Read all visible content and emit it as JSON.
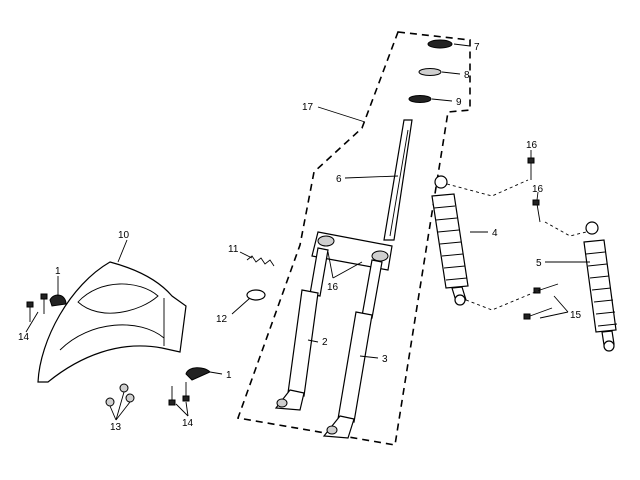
{
  "labels": {
    "c1": "1",
    "c1b": "1",
    "c2": "2",
    "c3": "3",
    "c4": "4",
    "c5": "5",
    "c6": "6",
    "c7": "7",
    "c8": "8",
    "c9": "9",
    "c10": "10",
    "c11": "11",
    "c12": "12",
    "c13": "13",
    "c14": "14",
    "c14b": "14",
    "c15": "15",
    "c16": "16",
    "c16b": "16",
    "c16c": "16",
    "c17": "17"
  }
}
